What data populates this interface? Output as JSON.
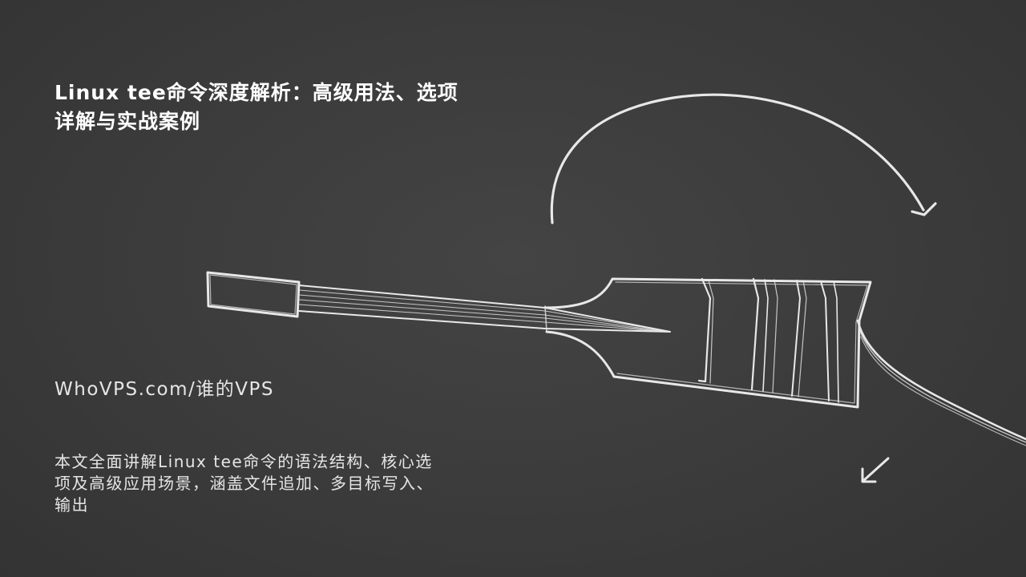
{
  "slide": {
    "title": "Linux tee命令深度解析：高级用法、选项详解与实战案例",
    "site": "WhoVPS.com/谁的VPS",
    "description": "本文全面讲解Linux tee命令的语法结构、核心选项及高级应用场景，涵盖文件追加、多目标写入、输出"
  },
  "illustration": {
    "subject": "chalk-drawn-pipe-splitter",
    "stroke_color": "#e8e8e8"
  },
  "colors": {
    "background": "#3a3a3a",
    "text": "#ffffff"
  }
}
